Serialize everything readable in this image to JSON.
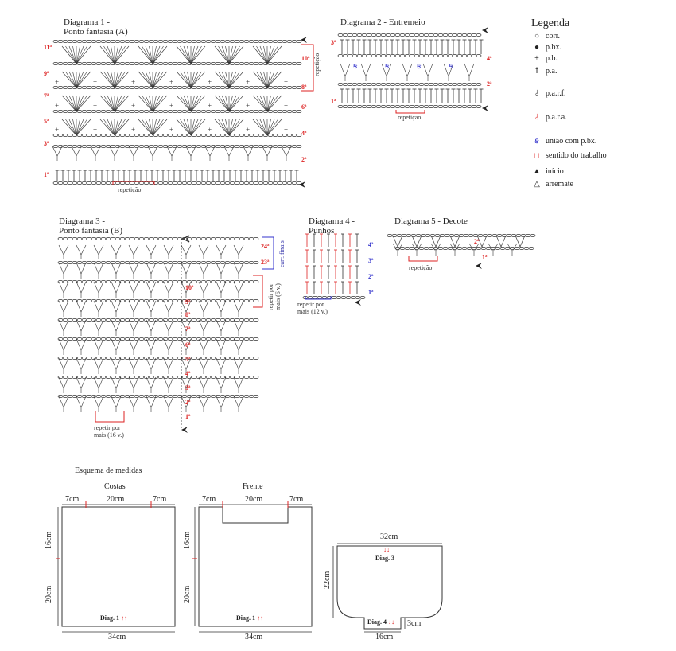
{
  "diagrams": {
    "d1": {
      "title_line1": "Diagrama 1 -",
      "title_line2": "Ponto fantasia (A)",
      "repeat_label": "repetição",
      "side_label": "repetição",
      "rows_left": [
        "11ª",
        "9ª",
        "7ª",
        "5ª",
        "3ª",
        "1ª"
      ],
      "rows_right": [
        "10ª",
        "8ª",
        "6ª",
        "4ª",
        "2ª"
      ]
    },
    "d2": {
      "title": "Diagrama 2 - Entremeio",
      "repeat_label": "repetição",
      "rows_left": [
        "3ª",
        "1ª"
      ],
      "rows_right": [
        "4ª",
        "2ª"
      ]
    },
    "d3": {
      "title_line1": "Diagrama 3 -",
      "title_line2": "Ponto fantasia (B)",
      "rows": [
        "24ª",
        "23ª",
        "10ª",
        "9ª",
        "8ª",
        "7ª",
        "6ª",
        "5ª",
        "4ª",
        "3ª",
        "2ª",
        "1ª"
      ],
      "final_label": "carr. finais",
      "repeat_right_l1": "repetir por",
      "repeat_right_l2": "mais (6 v.)",
      "repeat_bottom_l1": "repetir por",
      "repeat_bottom_l2": "mais (16 v.)"
    },
    "d4": {
      "title_line1": "Diagrama 4 -",
      "title_line2": "Punhos",
      "rows": [
        "4ª",
        "3ª",
        "2ª",
        "1ª"
      ],
      "repeat_l1": "repetir por",
      "repeat_l2": "mais (12 v.)"
    },
    "d5": {
      "title": "Diagrama 5 - Decote",
      "rows": [
        "2ª",
        "1ª"
      ],
      "repeat_label": "repetição"
    }
  },
  "legend": {
    "title": "Legenda",
    "items": [
      {
        "symbol": "○",
        "label": "corr.",
        "icon": "chain-icon"
      },
      {
        "symbol": "●",
        "label": "p.bx.",
        "icon": "slip-stitch-icon"
      },
      {
        "symbol": "+",
        "label": "p.b.",
        "icon": "single-crochet-icon"
      },
      {
        "symbol": "ꝉ",
        "label": "p.a.",
        "icon": "double-crochet-icon"
      },
      {
        "symbol": "⫰",
        "label": "p.a.r.f.",
        "icon": "front-post-icon"
      },
      {
        "symbol": "⫰",
        "label": "p.a.r.a.",
        "icon": "back-post-icon"
      },
      {
        "symbol": "ꞩ",
        "label": "união com p.bx.",
        "icon": "join-icon"
      },
      {
        "symbol": "↑↑",
        "label": "sentido do trabalho",
        "icon": "direction-icon"
      },
      {
        "symbol": "▲",
        "label": "início",
        "icon": "start-icon"
      },
      {
        "symbol": "△",
        "label": "arremate",
        "icon": "finish-icon"
      }
    ]
  },
  "schema": {
    "title": "Esquema de medidas",
    "costas": {
      "label": "Costas",
      "top_left": "7cm",
      "top_mid": "20cm",
      "top_right": "7cm",
      "side_top": "16cm",
      "side_bottom": "20cm",
      "bottom": "34cm",
      "diag": "Diag. 1",
      "arrows": "↑↑"
    },
    "frente": {
      "label": "Frente",
      "top_left": "7cm",
      "top_mid": "20cm",
      "top_right": "7cm",
      "side_top": "16cm",
      "side_bottom": "20cm",
      "bottom": "34cm",
      "diag": "Diag. 1",
      "arrows": "↑↑"
    },
    "manga": {
      "top": "32cm",
      "side": "22cm",
      "cuff_h": "3cm",
      "bottom": "16cm",
      "diag_top": "Diag. 3",
      "diag_bottom": "Diag. 4",
      "arrows": "↓↓"
    }
  }
}
